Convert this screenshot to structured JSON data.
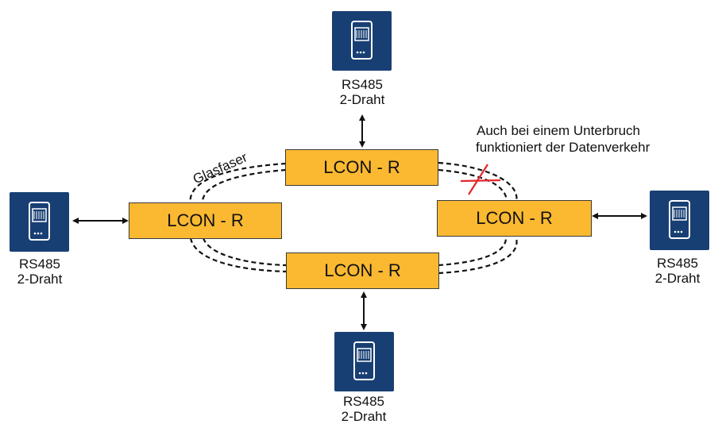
{
  "nodes": [
    "LCON - R",
    "LCON - R",
    "LCON - R",
    "LCON - R"
  ],
  "devices": [
    {
      "line1": "RS485",
      "line2": "2-Draht"
    },
    {
      "line1": "RS485",
      "line2": "2-Draht"
    },
    {
      "line1": "RS485",
      "line2": "2-Draht"
    },
    {
      "line1": "RS485",
      "line2": "2-Draht"
    }
  ],
  "fiber_label": "Glasfaser",
  "note": {
    "line1": "Auch bei einem Unterbruch",
    "line2": "funktioniert der Datenverkehr"
  },
  "colors": {
    "node_fill": "#fbb931",
    "device_fill": "#183f73",
    "break_mark": "#e5252a"
  }
}
